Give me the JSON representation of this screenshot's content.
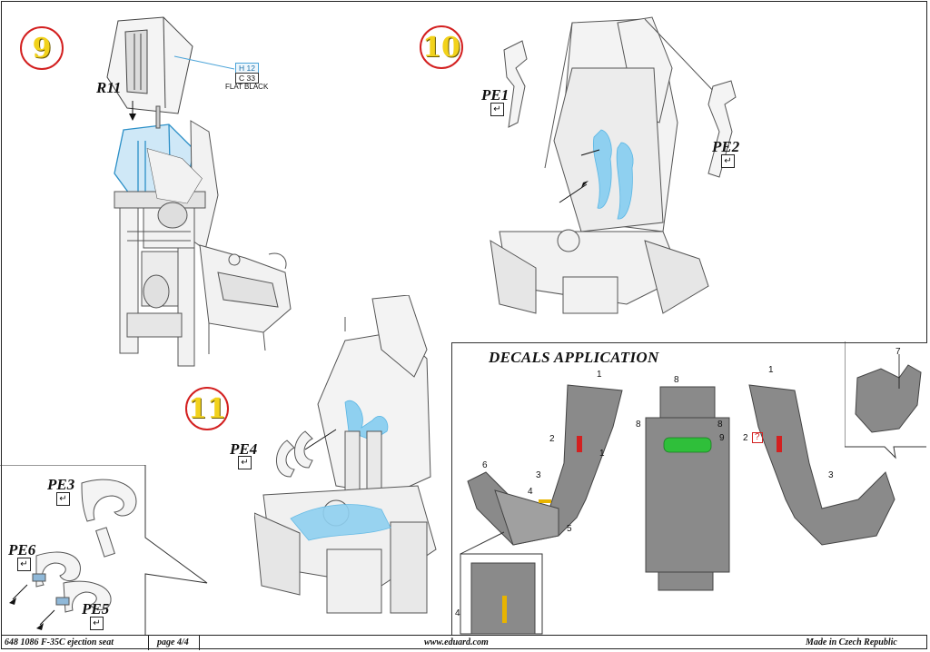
{
  "steps": {
    "s9": "9",
    "s10": "10",
    "s11": "11"
  },
  "parts": {
    "r11": "R11",
    "pe1": "PE1",
    "pe2": "PE2",
    "pe3": "PE3",
    "pe4": "PE4",
    "pe5": "PE5",
    "pe6": "PE6"
  },
  "check_glyph": "↵",
  "paint": {
    "code1": "H 12",
    "code2": "C 33",
    "name": "FLAT BLACK"
  },
  "decals": {
    "title": "DECALS APPLICATION",
    "numbers": [
      "1",
      "1",
      "1",
      "2",
      "2",
      "3",
      "3",
      "4",
      "4",
      "5",
      "6",
      "7",
      "8",
      "8",
      "8",
      "9",
      "?"
    ]
  },
  "footer": {
    "product": "648 1086  F-35C ejection seat",
    "page": "page 4/4",
    "url": "www.eduard.com",
    "made": "Made in Czech Republic"
  },
  "colors": {
    "step_ring": "#d32020",
    "step_number": "#f2d21b",
    "belt": "#8fd0f0",
    "highlight": "#4aa3d8",
    "decal_green": "#2fbf3a",
    "decal_red": "#d32020",
    "decal_yellow": "#e8b400"
  }
}
